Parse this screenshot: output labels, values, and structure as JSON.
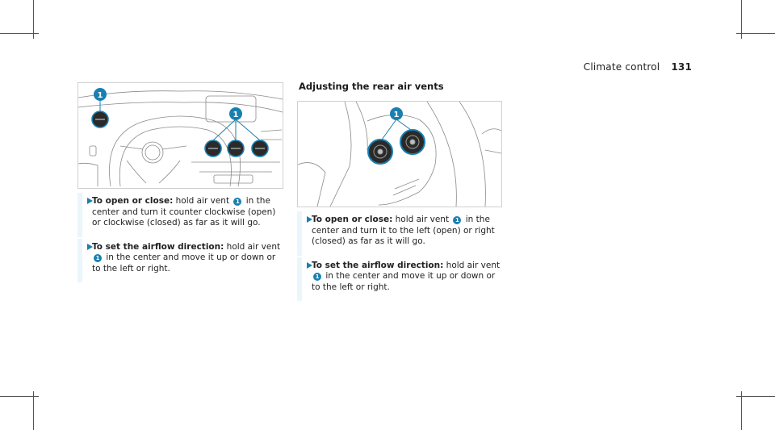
{
  "header": {
    "section": "Climate control",
    "page": "131"
  },
  "figures": {
    "left": {
      "callouts": [
        "1",
        "1"
      ]
    },
    "right": {
      "callouts": [
        "1"
      ]
    }
  },
  "right_heading": "Adjusting the rear air vents",
  "left_steps": [
    {
      "lead": "To open or close:",
      "pre": " hold air vent ",
      "callout": "1",
      "post": " in the center and turn it counter clockwise (open) or clockwise (closed) as far as it will go."
    },
    {
      "lead": "To set the airflow direction:",
      "pre": " hold air vent ",
      "callout": "1",
      "post": " in the center and move it up or down or to the left or right."
    }
  ],
  "right_steps": [
    {
      "lead": "To open or close:",
      "pre": " hold air vent ",
      "callout": "1",
      "post": " in the center and turn it to the left (open) or right (closed) as far as it will go."
    },
    {
      "lead": "To set the airflow direction:",
      "pre": " hold air vent ",
      "callout": "1",
      "post": " in the center and move it up or down or to the left or right."
    }
  ],
  "colors": {
    "accent": "#1a7fb0",
    "step_bar": "#eaf6fb"
  }
}
